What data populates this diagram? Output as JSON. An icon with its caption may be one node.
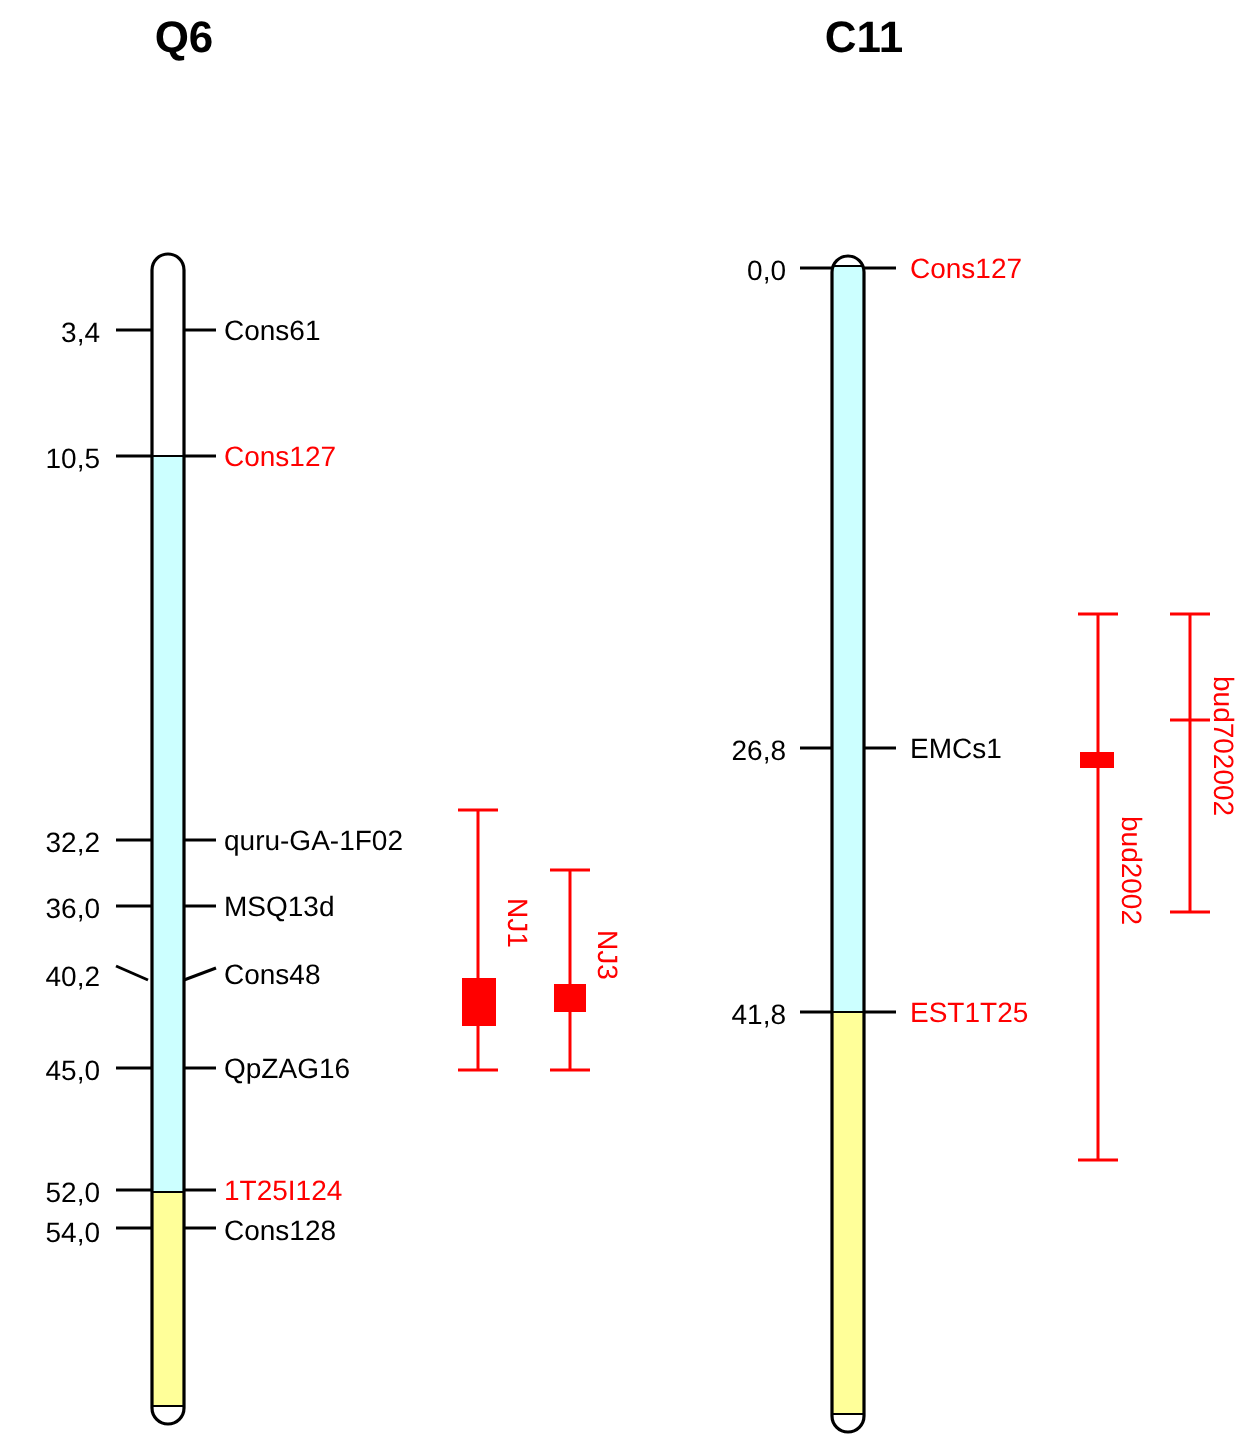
{
  "diagram": {
    "nodes": [
      {
        "text": [
          "Q6"
        ]
      },
      {
        "text": [
          "C11"
        ]
      }
    ],
    "labels": [
      "3,4",
      "Cons61",
      "10,5",
      "Cons127",
      "32,2",
      "quru-GA-1F02",
      "36,0",
      "MSQ13d",
      "NJ1",
      "NJ3",
      "40,2",
      "Cons48",
      "45,0",
      "QpZAG16",
      "52,0",
      "1T25I124",
      "54,0",
      "Cons128",
      "0,0",
      "Cons127",
      "26,8",
      "EMCs1",
      "bud702002",
      "bud2002",
      "41,8",
      "EST1T25"
    ]
  }
}
